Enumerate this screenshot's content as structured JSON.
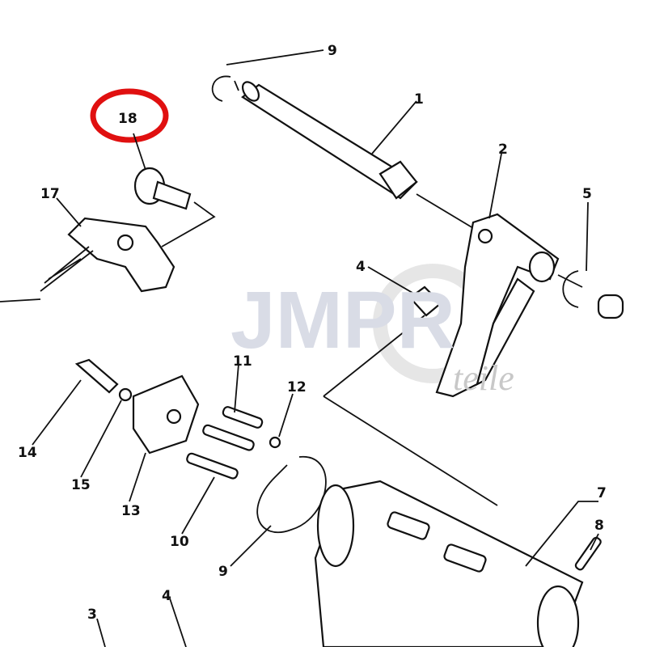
{
  "watermark": {
    "main": "JMPR",
    "sub": "teile"
  },
  "highlight_color": "#e01010",
  "callouts": {
    "c9top": "9",
    "c1": "1",
    "c2": "2",
    "c5": "5",
    "c4a": "4",
    "c18": "18",
    "c17": "17",
    "c11": "11",
    "c12": "12",
    "c14": "14",
    "c15": "15",
    "c13": "13",
    "c10": "10",
    "c9": "9",
    "c7": "7",
    "c8": "8",
    "c3": "3",
    "c4b": "4"
  }
}
